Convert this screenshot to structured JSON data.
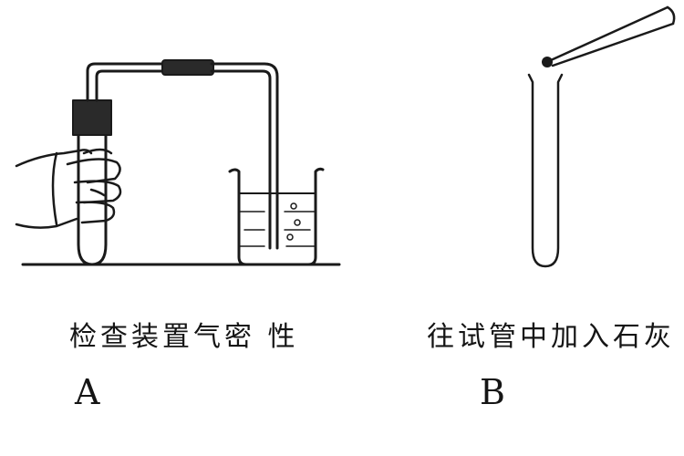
{
  "panel_a": {
    "caption": "检查装置气密 性",
    "letter": "A"
  },
  "panel_b": {
    "caption": "往试管中加入石灰",
    "letter": "B"
  },
  "colors": {
    "ink": "#1a1a1a",
    "background": "#ffffff"
  }
}
